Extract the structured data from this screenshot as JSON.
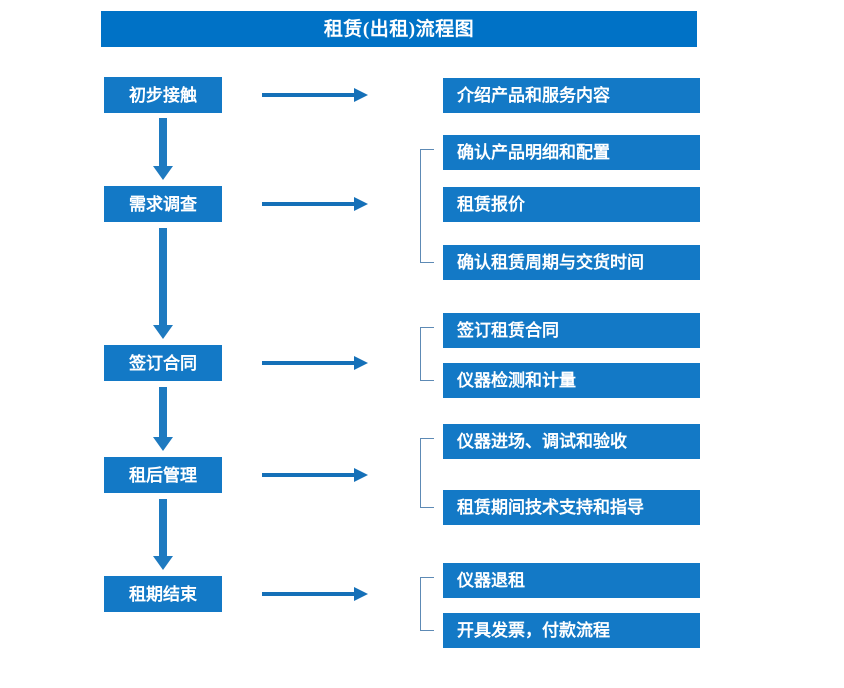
{
  "header": {
    "title": "租赁(出租)流程图"
  },
  "colors": {
    "title_bar": "#0072c6",
    "box_fill": "#1379c6",
    "box_text": "#ffffff",
    "arrow_horizontal": "#1570b8",
    "arrow_vertical": "#1e7ac0",
    "bracket": "#5d8ab5",
    "background": "#ffffff"
  },
  "flow": {
    "stages": [
      {
        "label": "初步接触"
      },
      {
        "label": "需求调查"
      },
      {
        "label": "签订合同"
      },
      {
        "label": "租后管理"
      },
      {
        "label": "租期结束"
      }
    ],
    "groups": [
      {
        "stage": "初步接触",
        "bracketed": false,
        "items": [
          {
            "label": "介绍产品和服务内容"
          }
        ]
      },
      {
        "stage": "需求调查",
        "bracketed": true,
        "items": [
          {
            "label": "确认产品明细和配置"
          },
          {
            "label": "租赁报价"
          },
          {
            "label": "确认租赁周期与交货时间"
          }
        ]
      },
      {
        "stage": "签订合同",
        "bracketed": true,
        "items": [
          {
            "label": "签订租赁合同"
          },
          {
            "label": "仪器检测和计量"
          }
        ]
      },
      {
        "stage": "租后管理",
        "bracketed": true,
        "items": [
          {
            "label": "仪器进场、调试和验收"
          },
          {
            "label": "租赁期间技术支持和指导"
          }
        ]
      },
      {
        "stage": "租期结束",
        "bracketed": true,
        "items": [
          {
            "label": "仪器退租"
          },
          {
            "label": "开具发票，付款流程"
          }
        ]
      }
    ],
    "connectors": {
      "horizontal_arrow_icon": "arrow-right-icon",
      "vertical_arrow_icon": "arrow-down-icon",
      "bracket_icon": "group-bracket-icon"
    }
  }
}
